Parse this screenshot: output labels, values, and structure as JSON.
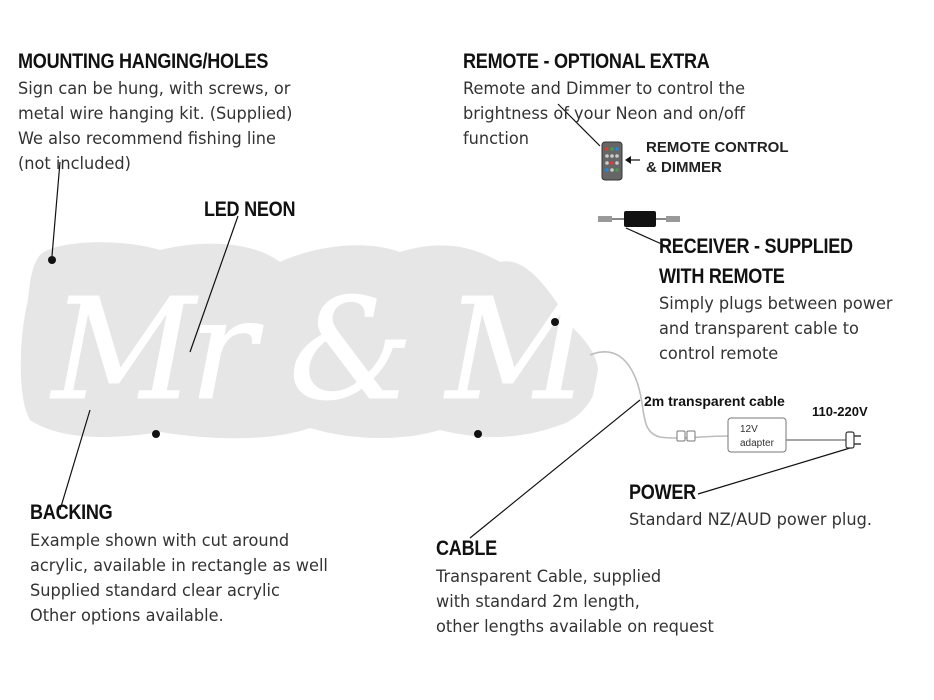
{
  "sections": {
    "mounting": {
      "title": "MOUNTING HANGING/HOLES",
      "lines": [
        "Sign can be hung, with screws, or",
        "metal wire hanging kit. (Supplied)",
        "We also recommend fishing line",
        "(not included)"
      ]
    },
    "remote": {
      "title": "REMOTE - OPTIONAL EXTRA",
      "lines": [
        "Remote and Dimmer to control the",
        "brightness of your Neon and on/off",
        "function"
      ]
    },
    "led_neon": {
      "title": "LED NEON"
    },
    "receiver": {
      "title_lines": [
        "RECEIVER - SUPPLIED",
        "WITH REMOTE"
      ],
      "lines": [
        "Simply plugs between power",
        "and transparent cable to",
        "control remote"
      ]
    },
    "backing": {
      "title": "BACKING",
      "lines": [
        "Example shown with cut around",
        "acrylic, available in rectangle as well",
        "Supplied standard clear acrylic",
        "Other options available."
      ]
    },
    "power": {
      "title": "POWER",
      "lines": [
        "Standard NZ/AUD power plug."
      ]
    },
    "cable": {
      "title": "CABLE",
      "lines": [
        "Transparent Cable, supplied",
        "with standard 2m length,",
        "other lengths available on request"
      ]
    }
  },
  "diagram_labels": {
    "remote_control": [
      "REMOTE CONTROL",
      "& DIMMER"
    ],
    "cable_length": "2m transparent cable",
    "voltage": "110-220V",
    "adapter": [
      "12V",
      "adapter"
    ]
  },
  "neon_sign_text": "Mr & Mrs"
}
